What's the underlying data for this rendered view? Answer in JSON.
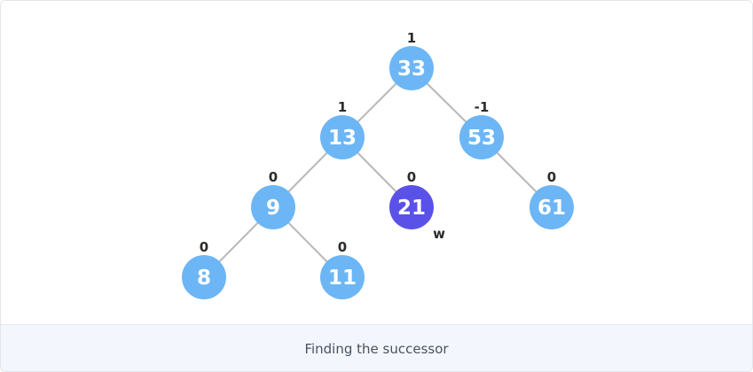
{
  "caption": "Finding the successor",
  "colors": {
    "node": "#6cb6f5",
    "highlight": "#5a52e8",
    "edge": "#b8b8b8"
  },
  "tree": {
    "nodes": [
      {
        "id": "n33",
        "value": "33",
        "balance": "1"
      },
      {
        "id": "n13",
        "value": "13",
        "balance": "1"
      },
      {
        "id": "n53",
        "value": "53",
        "balance": "-1"
      },
      {
        "id": "n9",
        "value": "9",
        "balance": "0"
      },
      {
        "id": "n21",
        "value": "21",
        "balance": "0",
        "highlight": true,
        "tag": "w"
      },
      {
        "id": "n61",
        "value": "61",
        "balance": "0"
      },
      {
        "id": "n8",
        "value": "8",
        "balance": "0"
      },
      {
        "id": "n11",
        "value": "11",
        "balance": "0"
      }
    ],
    "edges": [
      [
        "n33",
        "n13"
      ],
      [
        "n33",
        "n53"
      ],
      [
        "n13",
        "n9"
      ],
      [
        "n13",
        "n21"
      ],
      [
        "n53",
        "n61"
      ],
      [
        "n9",
        "n8"
      ],
      [
        "n9",
        "n11"
      ]
    ]
  }
}
